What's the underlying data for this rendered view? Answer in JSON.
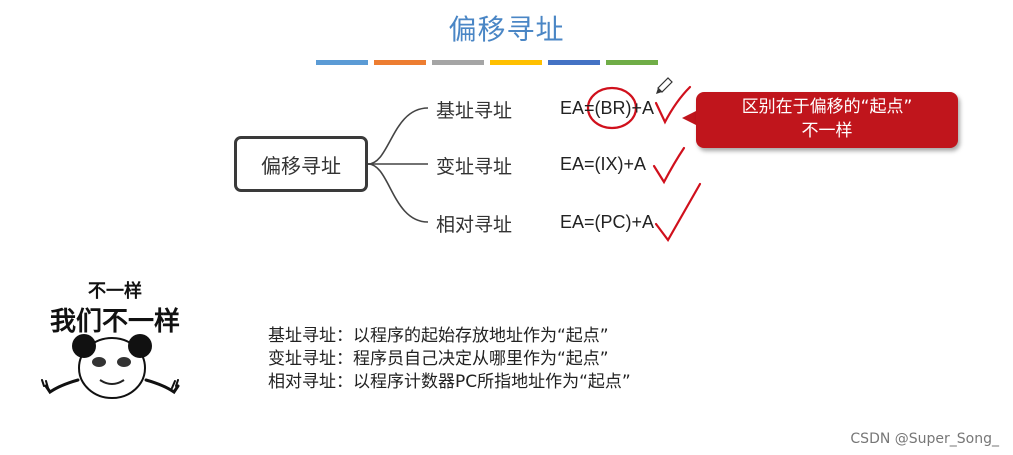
{
  "slide": {
    "title": "偏移寻址",
    "colorbar": [
      "#5b9bd5",
      "#ed7d31",
      "#a5a5a5",
      "#ffc000",
      "#4472c4",
      "#70ad47"
    ]
  },
  "mindmap": {
    "root": "偏移寻址",
    "branches": [
      {
        "label": "基址寻址",
        "formula": "EA=(BR)+A"
      },
      {
        "label": "变址寻址",
        "formula": "EA=(IX)+A"
      },
      {
        "label": "相对寻址",
        "formula": "EA=(PC)+A"
      }
    ]
  },
  "callout": {
    "line1": "区别在于偏移的“起点”",
    "line2": "不一样"
  },
  "meme": {
    "top": "不一样",
    "big": "我们不一样"
  },
  "descriptions": [
    "基址寻址：以程序的起始存放地址作为“起点”",
    "变址寻址：程序员自己决定从哪里作为“起点”",
    "相对寻址：以程序计数器PC所指地址作为“起点”"
  ],
  "watermark": "CSDN @Super_Song_",
  "colors": {
    "title": "#4a86c5",
    "annotation_red": "#d0101c",
    "callout_bg": "#c0151c"
  },
  "icons": [
    "pencil-icon",
    "checkmark-icon",
    "panda-face-icon"
  ]
}
